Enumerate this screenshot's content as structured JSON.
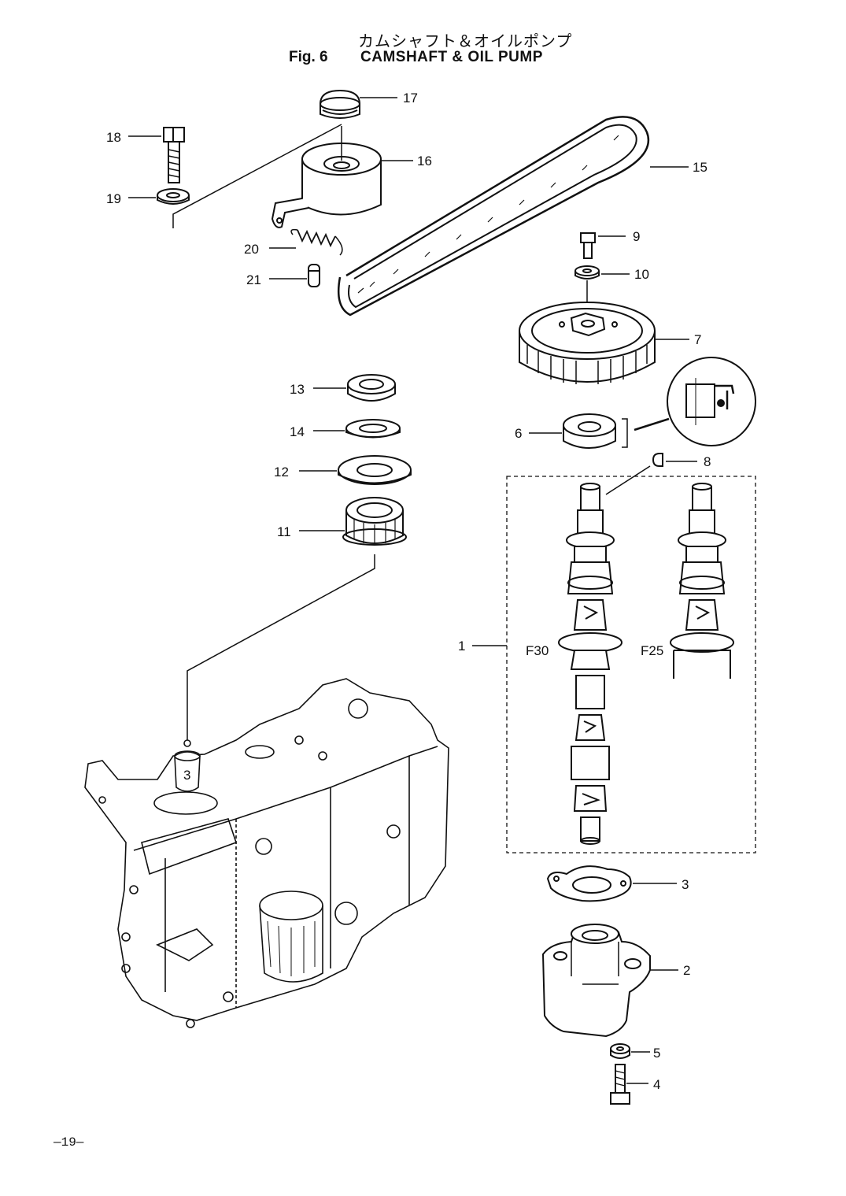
{
  "header": {
    "title_jp": "カムシャフト＆オイルポンプ",
    "fig_no": "Fig. 6",
    "title_en": "CAMSHAFT & OIL PUMP"
  },
  "callouts": {
    "c1": "1",
    "c2": "2",
    "c3": "3",
    "c4": "4",
    "c5": "5",
    "c6": "6",
    "c7": "7",
    "c8": "8",
    "c9": "9",
    "c10": "10",
    "c11": "11",
    "c12": "12",
    "c13": "13",
    "c14": "14",
    "c15": "15",
    "c16": "16",
    "c17": "17",
    "c18": "18",
    "c19": "19",
    "c20": "20",
    "c21": "21"
  },
  "variants": {
    "f30": "F30",
    "f25": "F25"
  },
  "block_mark": "3",
  "footer": {
    "page_number": "—19—"
  }
}
